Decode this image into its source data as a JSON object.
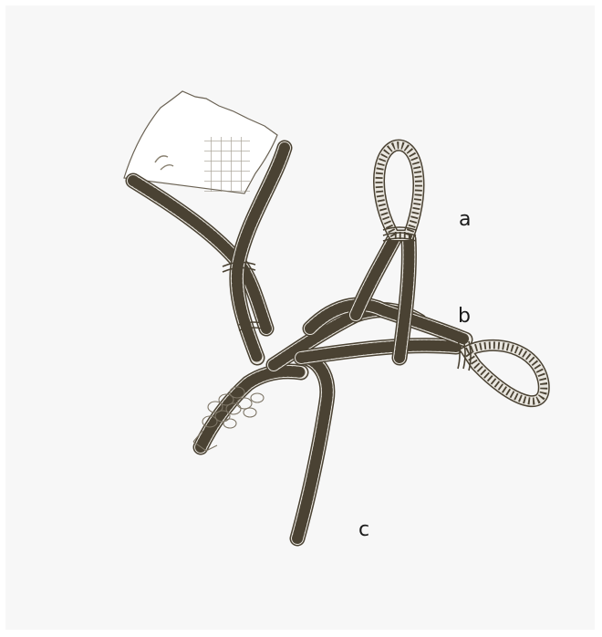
{
  "colors": {
    "background": "#f7f7f7",
    "ink": "#4a4233",
    "fill": "#e9e6df",
    "label": "#1a1a1a"
  },
  "labels": {
    "a": "a",
    "b": "b",
    "c": "c"
  }
}
